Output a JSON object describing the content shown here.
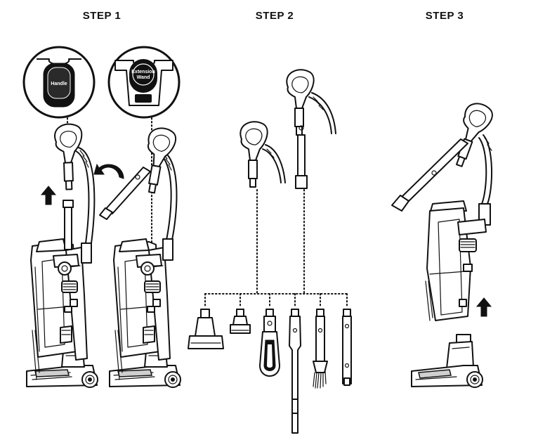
{
  "steps": [
    {
      "title": "STEP 1"
    },
    {
      "title": "STEP 2"
    },
    {
      "title": "STEP 3"
    }
  ],
  "callouts": {
    "handle_label": "Handle",
    "wand_label_line1": "Extension",
    "wand_label_line2": "Wand"
  },
  "icons": [
    "arrow-up-icon",
    "curved-arrow-icon",
    "vacuum-icon",
    "handle-icon",
    "wand-icon",
    "attachment-icon"
  ]
}
